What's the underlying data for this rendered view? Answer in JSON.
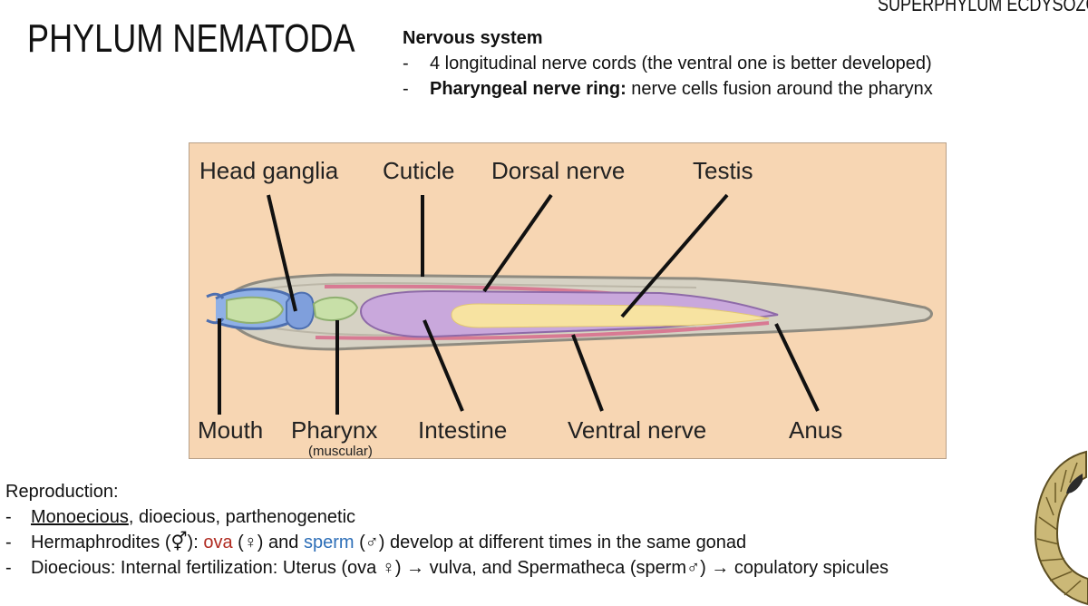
{
  "slide": {
    "title": "PHYLUM NEMATODA",
    "superphylum": "SUPERPHYLUM ECDYSOZO"
  },
  "nervous_system": {
    "heading": "Nervous system",
    "items": [
      {
        "bold": "",
        "text": "4 longitudinal nerve cords (the ventral one is better developed)"
      },
      {
        "bold": "Pharyngeal nerve ring:",
        "text": " nerve cells fusion around the pharynx"
      }
    ]
  },
  "diagram": {
    "top_labels": [
      "Head ganglia",
      "Cuticle",
      "Dorsal nerve",
      "Testis"
    ],
    "bottom_labels": [
      "Mouth",
      "Pharynx",
      "Intestine",
      "Ventral nerve",
      "Anus"
    ],
    "pharynx_note": "(muscular)",
    "colors": {
      "background": "#f7d6b3",
      "body": "#d6d2c4",
      "outline": "#8f8b80",
      "nerve_ring": "#7f9fdc",
      "pharynx": "#c8e0a8",
      "intestine": "#c9a8dc",
      "testis": "#f7e3a1",
      "nerve_cord": "#d87a93"
    }
  },
  "reproduction": {
    "heading": "Reproduction:",
    "line1": {
      "underlined": "Monoecious",
      "rest": ", dioecious, parthenogenetic"
    },
    "line2": {
      "a": "Hermaphrodites (⚥): ",
      "ova": "ova",
      "b": " (♀) and ",
      "sperm": "sperm",
      "c": " (♂) develop at different times in the same gonad"
    },
    "line3": "Dioecious: Internal fertilization: Uterus (ova ♀) → vulva, and Spermatheca (sperm♂) → copulatory spicules"
  }
}
